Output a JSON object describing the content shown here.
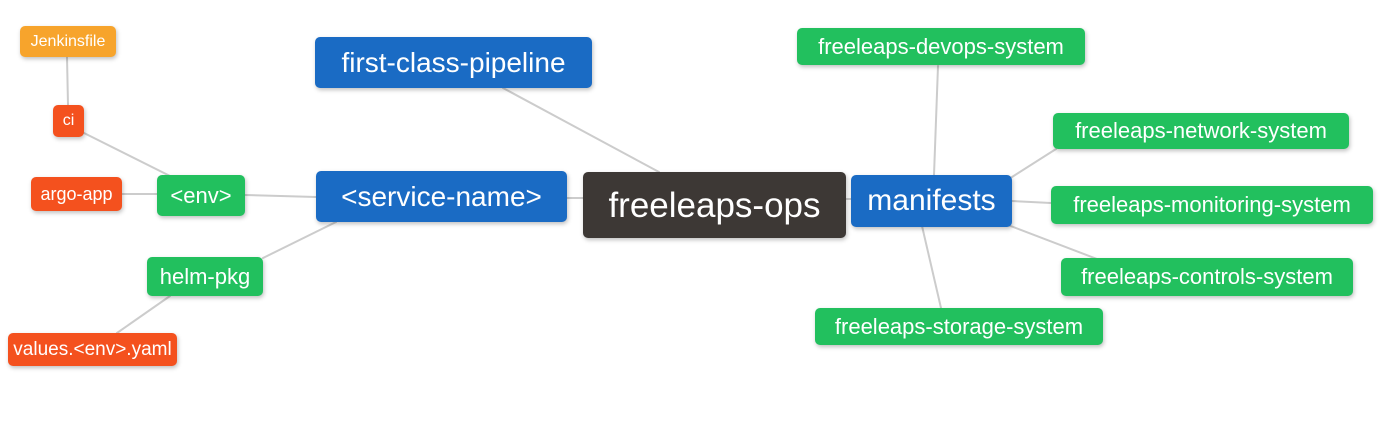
{
  "diagram": {
    "type": "mindmap",
    "background": "#ffffff",
    "edge_color": "#cccccc",
    "palette": {
      "root": "#3d3835",
      "branch": "#1a6bc4",
      "leaf_green": "#22c05e",
      "leaf_red": "#f4511e",
      "leaf_orange": "#f7a42c",
      "text": "#ffffff"
    },
    "nodes": [
      {
        "id": "freeleaps-ops",
        "label": "freeleaps-ops",
        "color": "dark"
      },
      {
        "id": "first-class-pipeline",
        "label": "first-class-pipeline",
        "color": "blue"
      },
      {
        "id": "service-name",
        "label": "<service-name>",
        "color": "blue"
      },
      {
        "id": "manifests",
        "label": "manifests",
        "color": "blue"
      },
      {
        "id": "env",
        "label": "<env>",
        "color": "green"
      },
      {
        "id": "helm-pkg",
        "label": "helm-pkg",
        "color": "green"
      },
      {
        "id": "ci",
        "label": "ci",
        "color": "red"
      },
      {
        "id": "argo-app",
        "label": "argo-app",
        "color": "red"
      },
      {
        "id": "jenkinsfile",
        "label": "Jenkinsfile",
        "color": "orange"
      },
      {
        "id": "values-env-yaml",
        "label": "values.<env>.yaml",
        "color": "red"
      },
      {
        "id": "freeleaps-devops-system",
        "label": "freeleaps-devops-system",
        "color": "green"
      },
      {
        "id": "freeleaps-network-system",
        "label": "freeleaps-network-system",
        "color": "green"
      },
      {
        "id": "freeleaps-monitoring-system",
        "label": "freeleaps-monitoring-system",
        "color": "green"
      },
      {
        "id": "freeleaps-controls-system",
        "label": "freeleaps-controls-system",
        "color": "green"
      },
      {
        "id": "freeleaps-storage-system",
        "label": "freeleaps-storage-system",
        "color": "green"
      }
    ],
    "edges": [
      {
        "from": "jenkinsfile",
        "to": "ci"
      },
      {
        "from": "ci",
        "to": "env"
      },
      {
        "from": "argo-app",
        "to": "env"
      },
      {
        "from": "env",
        "to": "service-name"
      },
      {
        "from": "helm-pkg",
        "to": "service-name"
      },
      {
        "from": "values-env-yaml",
        "to": "helm-pkg"
      },
      {
        "from": "service-name",
        "to": "freeleaps-ops"
      },
      {
        "from": "first-class-pipeline",
        "to": "freeleaps-ops"
      },
      {
        "from": "freeleaps-ops",
        "to": "manifests"
      },
      {
        "from": "manifests",
        "to": "freeleaps-devops-system"
      },
      {
        "from": "manifests",
        "to": "freeleaps-network-system"
      },
      {
        "from": "manifests",
        "to": "freeleaps-monitoring-system"
      },
      {
        "from": "manifests",
        "to": "freeleaps-controls-system"
      },
      {
        "from": "manifests",
        "to": "freeleaps-storage-system"
      }
    ]
  }
}
